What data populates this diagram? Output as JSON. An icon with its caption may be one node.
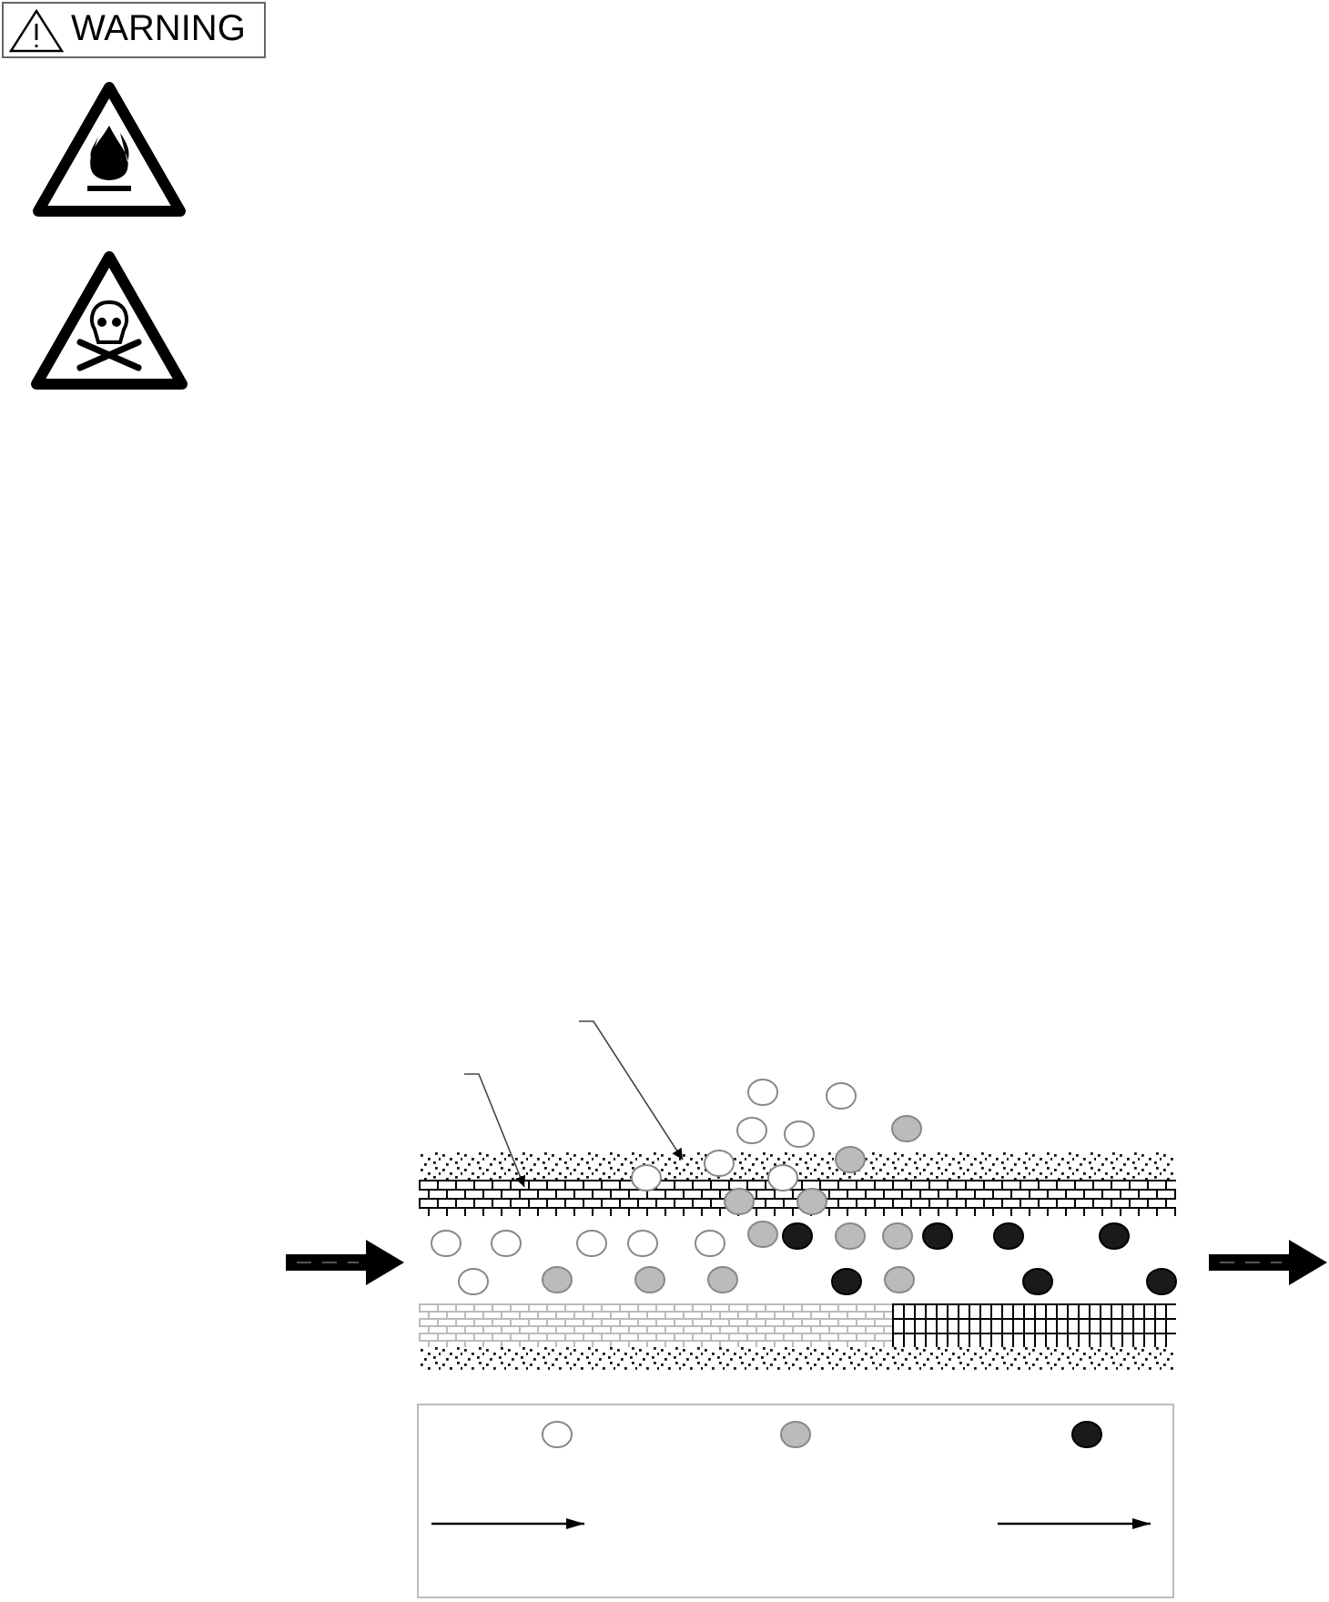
{
  "diagram": {
    "nodes": [
      {
        "text": [
          "WARNING"
        ]
      },
      {
        "text": [],
        "shape": "band"
      },
      {
        "text": [],
        "shape": "band"
      }
    ],
    "edges": [
      {
        "from": null,
        "to": 2,
        "arrow": "to"
      },
      {
        "from": null,
        "to": 1,
        "arrow": "to"
      }
    ]
  }
}
